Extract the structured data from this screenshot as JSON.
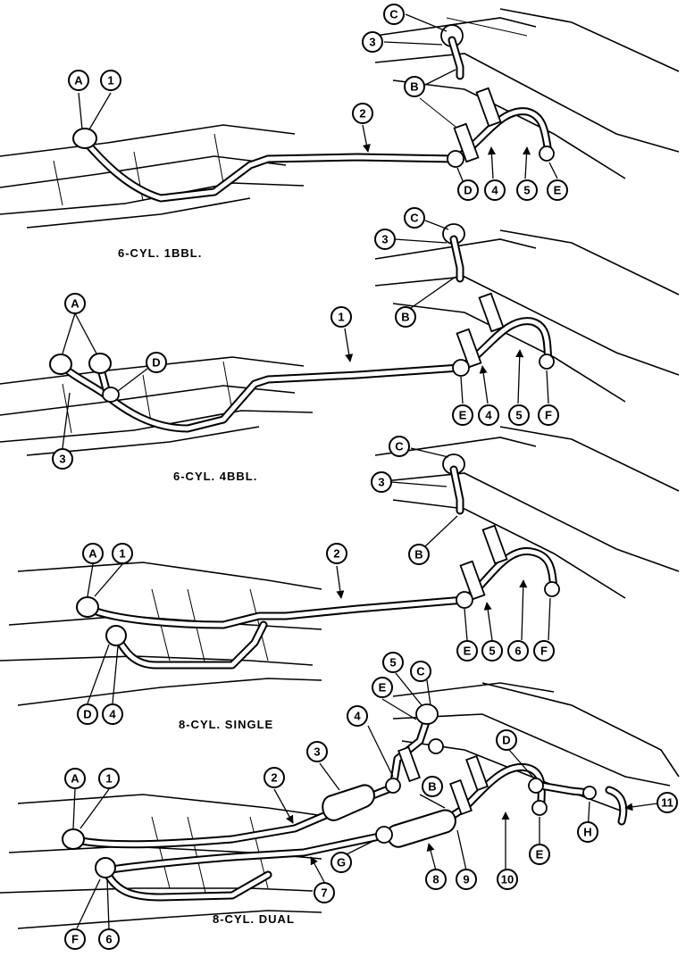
{
  "diagrams": [
    {
      "caption": "6-CYL. 1BBL.",
      "callouts": [
        "A",
        "1",
        "2",
        "C",
        "3",
        "B",
        "D",
        "4",
        "5",
        "E"
      ]
    },
    {
      "caption": "6-CYL. 4BBL.",
      "callouts": [
        "A",
        "D",
        "1",
        "3",
        "C",
        "3",
        "B",
        "E",
        "4",
        "5",
        "F"
      ]
    },
    {
      "caption": "8-CYL. SINGLE",
      "callouts": [
        "A",
        "1",
        "2",
        "C",
        "3",
        "B",
        "E",
        "5",
        "6",
        "F",
        "D",
        "4"
      ]
    },
    {
      "caption": "8-CYL. DUAL",
      "callouts": [
        "A",
        "1",
        "2",
        "3",
        "5",
        "C",
        "E",
        "4",
        "D",
        "B",
        "11",
        "H",
        "G",
        "8",
        "9",
        "10",
        "E",
        "7",
        "F",
        "6"
      ]
    }
  ]
}
